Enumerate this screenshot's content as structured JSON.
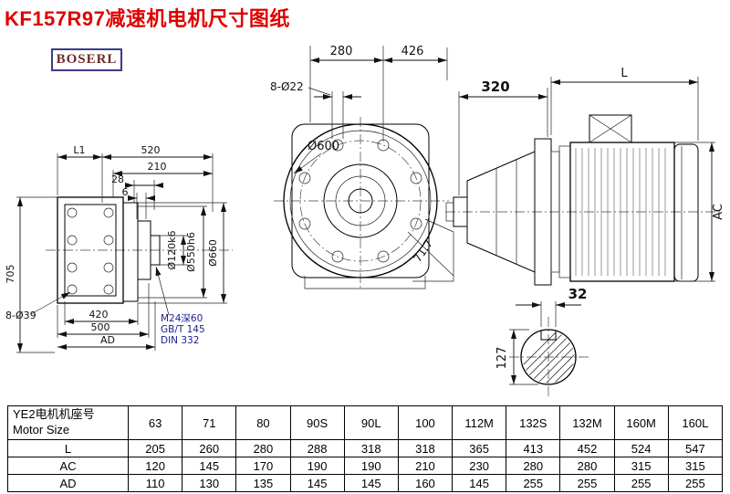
{
  "title": "KF157R97减速机电机尺寸图纸",
  "logo": "BOSERL",
  "front_view": {
    "dim_l1": "L1",
    "dim_520": "520",
    "dim_210": "210",
    "dim_28": "28",
    "dim_6": "6",
    "dim_705": "705",
    "dim_420": "420",
    "dim_500": "500",
    "dim_ad": "AD",
    "holes_label": "8-Ø39",
    "shaft_dia_label": "Ø120k6",
    "spigot_dia_label": "Ø550h6",
    "flange_dia_label": "Ø660",
    "note_line1": "M24深60",
    "note_line2": "GB/T 145",
    "note_line3": "DIN 332"
  },
  "flange_view": {
    "dim_280": "280",
    "dim_426": "426",
    "holes_label": "8-Ø22",
    "outer_dia_label": "Ø600",
    "angle_label": "71.7"
  },
  "side_view": {
    "dim_320": "320",
    "dim_l": "L",
    "dim_ac": "AC"
  },
  "shaft_section": {
    "dim_32": "32",
    "dim_127": "127"
  },
  "table": {
    "header_cn": "YE2电机机座号",
    "header_en": "Motor Size",
    "sizes": [
      "63",
      "71",
      "80",
      "90S",
      "90L",
      "100",
      "112M",
      "132S",
      "132M",
      "160M",
      "160L"
    ],
    "rows": [
      {
        "label": "L",
        "values": [
          "205",
          "260",
          "280",
          "288",
          "318",
          "318",
          "365",
          "413",
          "452",
          "524",
          "547"
        ]
      },
      {
        "label": "AC",
        "values": [
          "120",
          "145",
          "170",
          "190",
          "190",
          "210",
          "230",
          "280",
          "280",
          "315",
          "315"
        ]
      },
      {
        "label": "AD",
        "values": [
          "110",
          "130",
          "135",
          "145",
          "145",
          "160",
          "145",
          "255",
          "255",
          "255",
          "255"
        ]
      }
    ]
  }
}
